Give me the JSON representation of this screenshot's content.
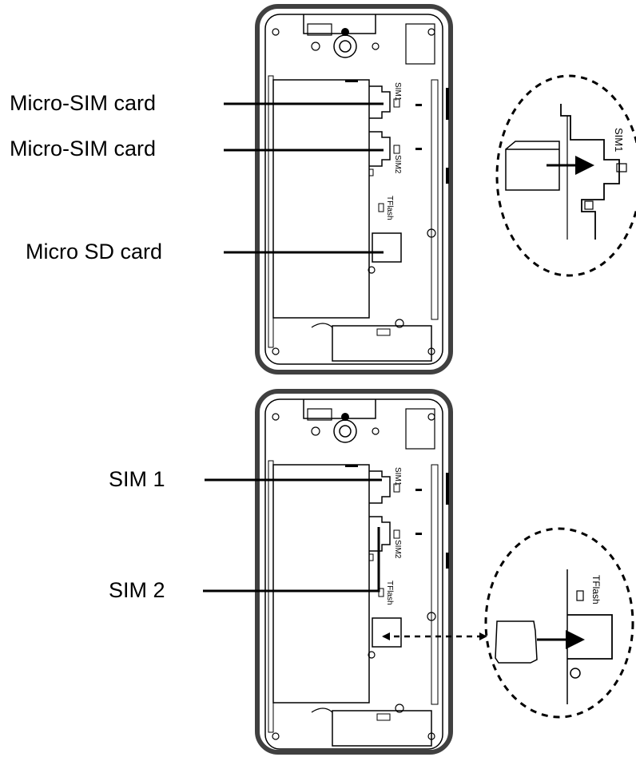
{
  "top_figure": {
    "callouts": [
      {
        "key": "sim1",
        "text": "Micro-SIM card"
      },
      {
        "key": "sim2",
        "text": "Micro-SIM card"
      },
      {
        "key": "sd",
        "text": "Micro SD card"
      }
    ],
    "slot_labels": {
      "sim1": "SIM1",
      "sim2": "SIM2",
      "tflash": "TFlash"
    },
    "zoom_label": "SIM1"
  },
  "bottom_figure": {
    "callouts": [
      {
        "key": "sim1",
        "text": "SIM 1"
      },
      {
        "key": "sim2",
        "text": "SIM 2"
      }
    ],
    "slot_labels": {
      "sim1": "SIM1",
      "sim2": "SIM2",
      "tflash": "TFlash"
    },
    "zoom_label": "TFlash"
  },
  "colors": {
    "line": "#000000",
    "frame": "#404040",
    "background": "#ffffff"
  }
}
